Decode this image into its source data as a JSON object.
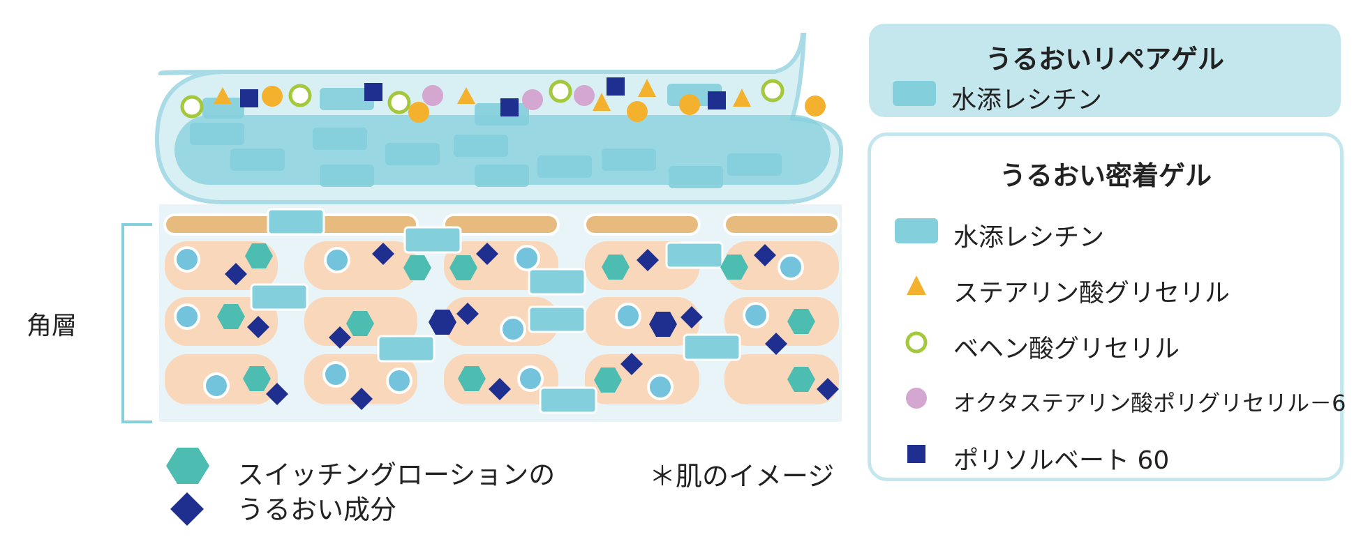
{
  "colors": {
    "gel": "#84cfdc",
    "gel_light": "#c4e7ee",
    "cell": "#f9d7bb",
    "lipid": "#e7bb7e",
    "hexagon": "#4dbdb1",
    "diamond": "#1e2f8f",
    "triangle": "#f4b12e",
    "green_ring": "#a3c83c",
    "purple_dot": "#d3a7cf",
    "navy_square": "#1e2f8f",
    "orange_dot": "#f4b12e",
    "blue_dot": "#74c3dd"
  },
  "diagram": {
    "stratum_label": "角層",
    "bottom_legend": {
      "line1": "スイッチングローションの",
      "line2": "うるおい成分",
      "icons": [
        "hexagon-icon",
        "diamond-icon"
      ]
    },
    "note": "＊肌のイメージ"
  },
  "legend": {
    "repair_gel": {
      "title": "うるおいリペアゲル",
      "items": [
        {
          "icon": "rounded-rect-icon",
          "label": "水添レシチン"
        }
      ]
    },
    "adhesion_gel": {
      "title": "うるおい密着ゲル",
      "items": [
        {
          "icon": "rounded-rect-icon",
          "label": "水添レシチン"
        },
        {
          "icon": "triangle-icon",
          "label": "ステアリン酸グリセリル"
        },
        {
          "icon": "ring-icon",
          "label": "ベヘン酸グリセリル"
        },
        {
          "icon": "purple-circle-icon",
          "label": "オクタステアリン酸ポリグリセリル－6"
        },
        {
          "icon": "square-icon",
          "label": "ポリソルベート 60"
        }
      ]
    }
  }
}
